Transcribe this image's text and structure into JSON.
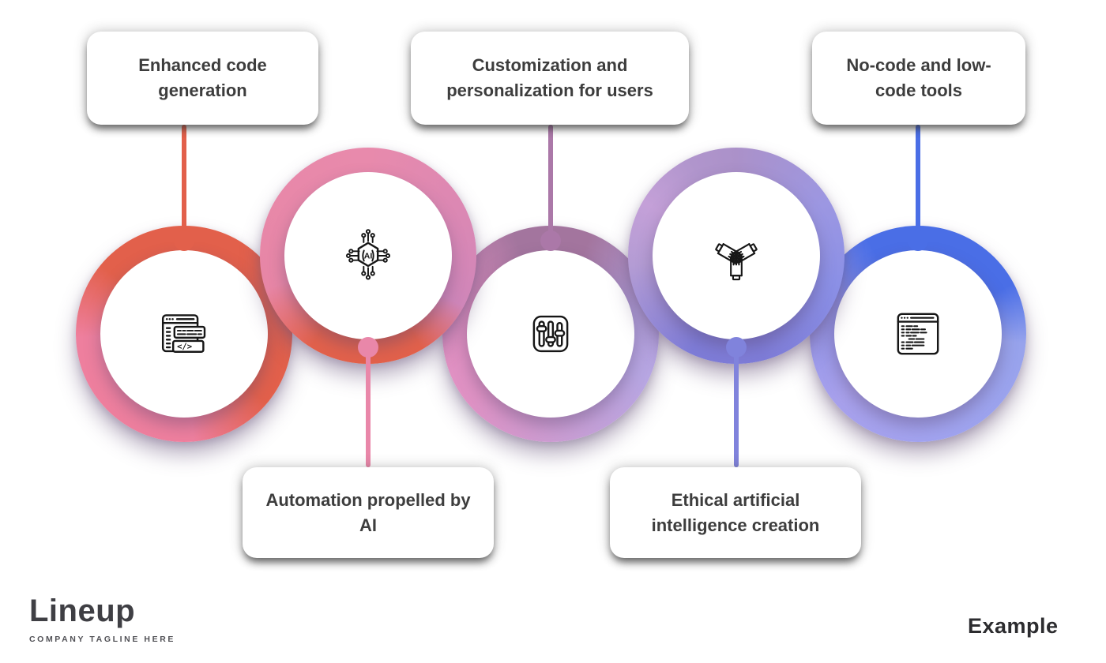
{
  "cards": [
    {
      "label": "Enhanced code generation",
      "position": "top"
    },
    {
      "label": "Automation propelled by AI",
      "position": "bottom"
    },
    {
      "label": "Customization and personalization for users",
      "position": "top"
    },
    {
      "label": "Ethical artificial intelligence creation",
      "position": "bottom"
    },
    {
      "label": "No-code and low-code tools",
      "position": "top"
    }
  ],
  "circles": [
    {
      "icon": "code-window-icon",
      "ring_colors": [
        "#e2604b",
        "#ee7f9e"
      ],
      "connector_color": "#e2604b",
      "connects_to": "Enhanced code generation"
    },
    {
      "icon": "ai-chip-icon",
      "ring_colors": [
        "#e88aac",
        "#cf86b9",
        "#e2614b"
      ],
      "connector_color": "#e987a9",
      "connects_to": "Automation propelled by AI"
    },
    {
      "icon": "sliders-icon",
      "ring_colors": [
        "#a3759e",
        "#b7a6e2",
        "#e28fc0"
      ],
      "connector_color": "#ab78a8",
      "connects_to": "Customization and personalization for users"
    },
    {
      "icon": "hands-collaboration-icon",
      "ring_colors": [
        "#c4a0d8",
        "#8b90e6",
        "#7e7cd7"
      ],
      "connector_color": "#8083dc",
      "connects_to": "Ethical artificial intelligence creation"
    },
    {
      "icon": "code-editor-icon",
      "ring_colors": [
        "#4a6ee6",
        "#a1a3ef"
      ],
      "connector_color": "#4a6ee6",
      "connects_to": "No-code and low-code tools"
    }
  ],
  "branding": {
    "logo_text": "Lineup",
    "logo_tagline": "COMPANY TAGLINE HERE",
    "watermark": "Example"
  }
}
